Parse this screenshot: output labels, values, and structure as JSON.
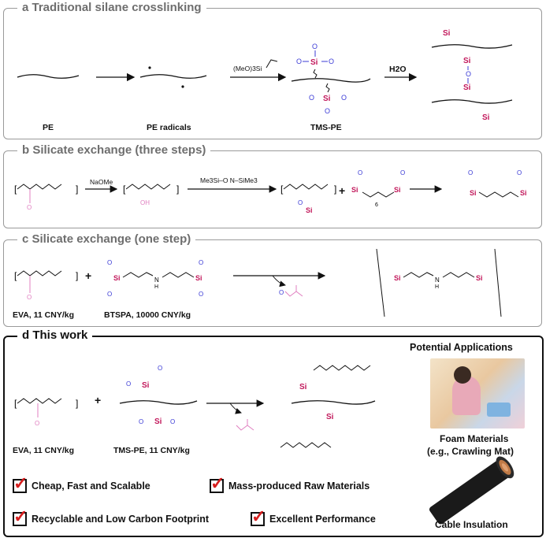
{
  "panel_a": {
    "title": "a  Traditional silane crosslinking",
    "pe": "PE",
    "pe_radicals": "PE  radicals",
    "tms_pe": "TMS-PE",
    "reagent": "(MeO)3Si",
    "water": "H2O"
  },
  "panel_b": {
    "title": "b  Silicate exchange (three steps)",
    "naome": "NaOMe",
    "reagent": "Me3Si–O   N–SiMe3",
    "plus": "+"
  },
  "panel_c": {
    "title": "c  Silicate exchange (one step)",
    "eva": "EVA, 11 CNY/kg",
    "btspa": "BTSPA, 10000 CNY/kg",
    "plus": "+"
  },
  "panel_d": {
    "title": "d  This work",
    "eva": "EVA, 11 CNY/kg",
    "tms_pe": "TMS-PE, 11 CNY/kg",
    "plus": "+",
    "apps_title": "Potential Applications",
    "foam": "Foam Materials",
    "foam_eg": "(e.g., Crawling Mat)",
    "cable": "Cable Insulation",
    "checks": [
      "Cheap, Fast and Scalable",
      "Mass-produced Raw Materials",
      "Recyclable and Low Carbon Footprint",
      "Excellent Performance"
    ]
  },
  "colors": {
    "si": "#c2185b",
    "o": "#3b3bd6",
    "ester": "#e07fc0",
    "check": "#d61f1f"
  }
}
